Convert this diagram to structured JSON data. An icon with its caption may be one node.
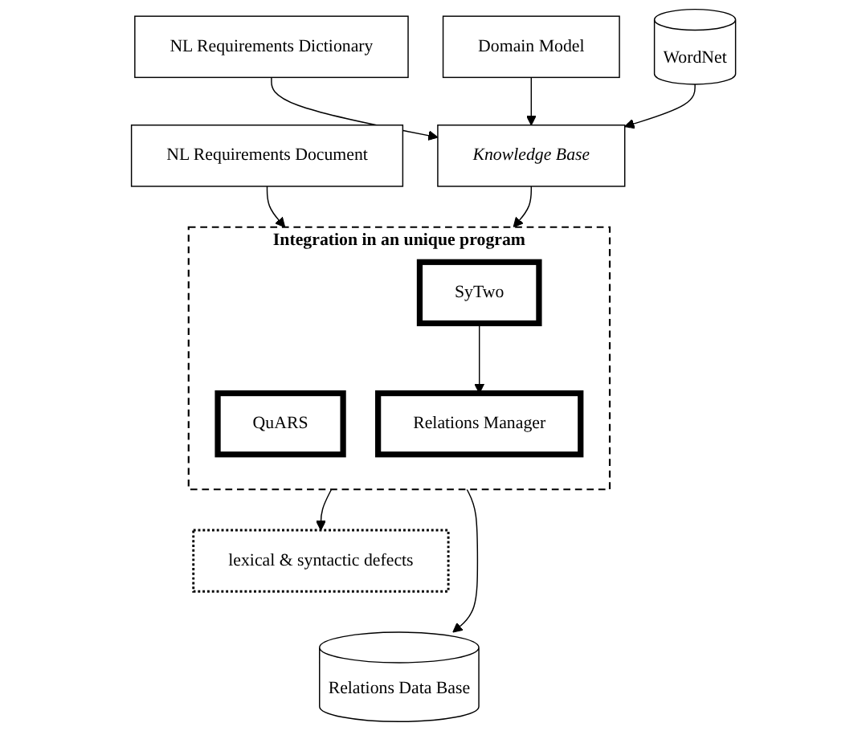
{
  "diagram": {
    "nodes": [
      {
        "text": [
          "NL Requirements Dictionary"
        ]
      },
      {
        "text": [
          "Domain Model"
        ]
      },
      {
        "text": [
          "WordNet"
        ]
      },
      {
        "text": [
          "NL Requirements Document"
        ]
      },
      {
        "text": [
          "Knowledge Base"
        ]
      },
      {
        "text": [
          "Integration in an unique program"
        ]
      },
      {
        "text": [
          "QuARS"
        ],
        "in": 5
      },
      {
        "text": [
          "SyTwo"
        ],
        "in": 5
      },
      {
        "text": [
          "Relations Manager"
        ],
        "in": 5
      },
      {
        "text": [
          "lexical & syntactic defects"
        ]
      },
      {
        "text": [
          "Relations Data Base"
        ]
      }
    ],
    "edges": [
      {
        "from": 0,
        "to": 4,
        "arrow": "to"
      },
      {
        "from": 1,
        "to": 4,
        "arrow": "to"
      },
      {
        "from": 2,
        "to": 4,
        "arrow": "to"
      },
      {
        "from": 3,
        "to": 5,
        "arrow": "to"
      },
      {
        "from": 4,
        "to": 5,
        "arrow": "to"
      },
      {
        "from": 7,
        "to": 8,
        "arrow": "to"
      },
      {
        "from": 5,
        "to": 9,
        "arrow": "to"
      },
      {
        "from": 5,
        "to": 10,
        "arrow": "to"
      }
    ]
  }
}
